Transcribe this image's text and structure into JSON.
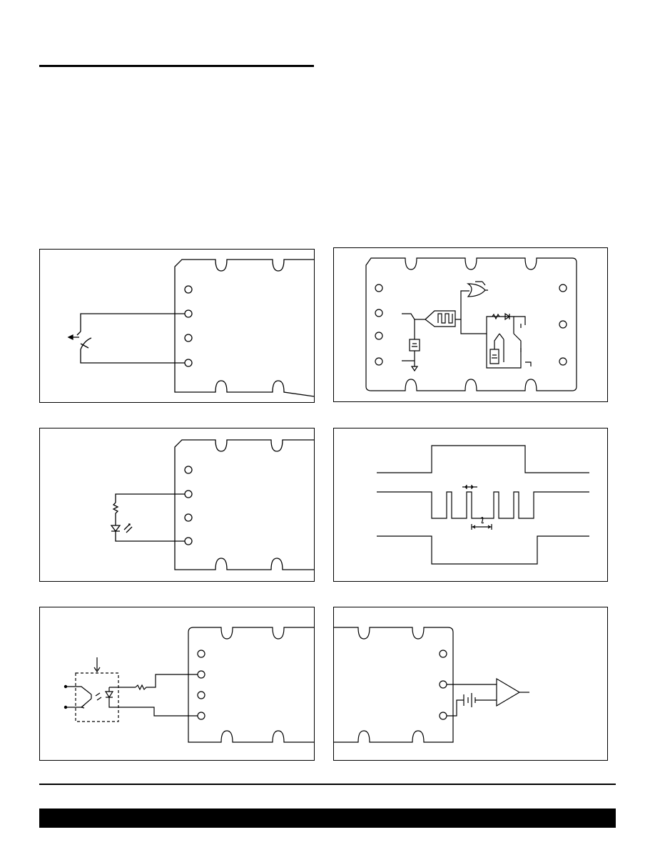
{
  "colors": {
    "ink": "#000000",
    "paper": "#ffffff"
  },
  "header": {
    "rule": "top-left-rule"
  },
  "panels": [
    {
      "id": "switch-input",
      "icons": [
        "relay-package-outline",
        "pin-icon",
        "switch-icon"
      ]
    },
    {
      "id": "logic-circuit",
      "icons": [
        "relay-package-outline",
        "pin-icon",
        "schmitt-trigger-icon",
        "or-gate-icon",
        "battery-icon",
        "diode-icon",
        "resistor-icon",
        "switch-icon"
      ]
    },
    {
      "id": "led-input",
      "icons": [
        "relay-package-outline",
        "pin-icon",
        "resistor-icon",
        "led-icon"
      ]
    },
    {
      "id": "timing-waveforms",
      "icons": [
        "waveform-icon",
        "dimension-arrow-icon"
      ]
    },
    {
      "id": "optocoupler-input",
      "icons": [
        "relay-package-outline",
        "pin-icon",
        "phototransistor-icon",
        "resistor-icon",
        "led-icon"
      ]
    },
    {
      "id": "comparator-input",
      "icons": [
        "relay-package-outline",
        "pin-icon",
        "battery-icon",
        "comparator-icon"
      ]
    }
  ],
  "footer": {
    "rule": "bottom-rule",
    "bar": "footer-bar"
  }
}
